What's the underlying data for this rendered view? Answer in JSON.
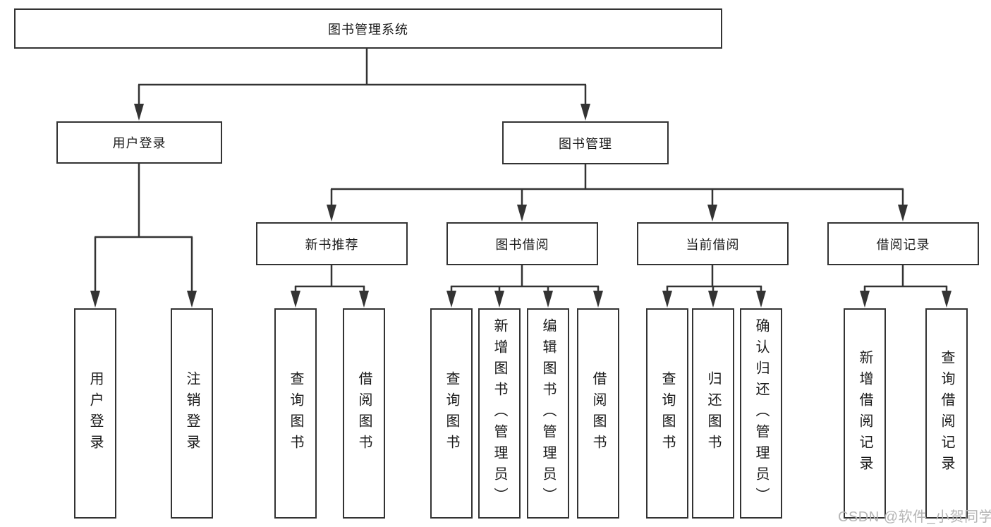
{
  "tree": {
    "root": "图书管理系统",
    "user_login": {
      "label": "用户登录",
      "children": [
        "用户登录",
        "注销登录"
      ]
    },
    "book_mgmt": {
      "label": "图书管理",
      "children": [
        {
          "label": "新书推荐",
          "children": [
            "查询图书",
            "借阅图书"
          ]
        },
        {
          "label": "图书借阅",
          "children": [
            "查询图书",
            "新增图书（管理员）",
            "编辑图书（管理员）",
            "借阅图书"
          ]
        },
        {
          "label": "当前借阅",
          "children": [
            "查询图书",
            "归还图书",
            "确认归还（管理员）"
          ]
        },
        {
          "label": "借阅记录",
          "children": [
            "新增借阅记录",
            "查询借阅记录"
          ]
        }
      ]
    }
  },
  "watermark": "CSDN @软件_小贺同学",
  "colors": {
    "line_color": "#333333",
    "text_color": "#1a1a1a",
    "watermark_color": "#b5b5b5",
    "background_color": "#ffffff"
  }
}
